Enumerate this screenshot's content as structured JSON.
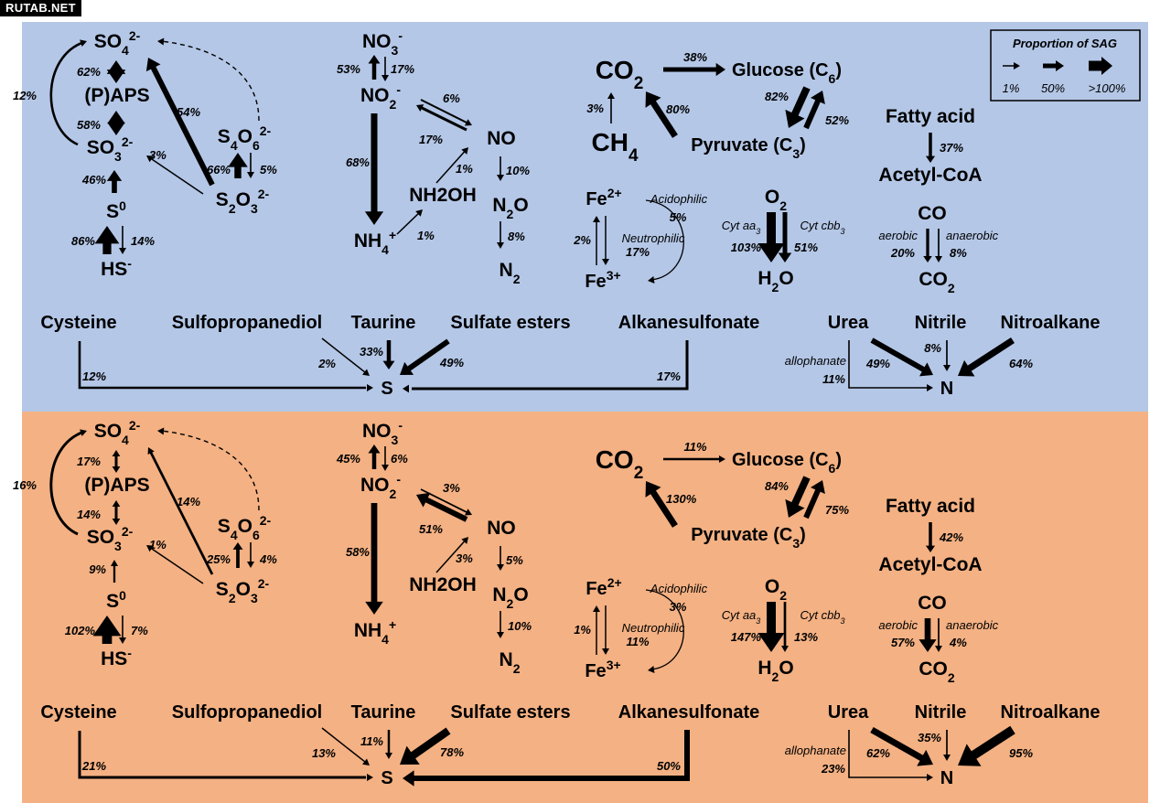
{
  "watermark": "RUTAB.NET",
  "legend": {
    "title": "Proportion of SAG",
    "items": [
      "1%",
      "50%",
      ">100%"
    ]
  },
  "common": {
    "so4": "SO4 2-",
    "paps": "(P)APS",
    "so3": "SO3 2-",
    "s0": "S0",
    "hs": "HS-",
    "s4o6": "S4O6 2-",
    "s2o3": "S2O3 2-",
    "no3": "NO3 -",
    "no2": "NO2 -",
    "nh4": "NH4 +",
    "nh2oh": "NH2OH",
    "no": "NO",
    "n2o": "N2O",
    "n2": "N2",
    "co2": "CO2",
    "glucose": "Glucose (C6)",
    "pyruvate": "Pyruvate (C3)",
    "ch4": "CH4",
    "fatty_acid": "Fatty acid",
    "acetyl_coa": "Acetyl-CoA",
    "fe2": "Fe 2+",
    "fe3": "Fe 3+",
    "acidophilic": "Acidophilic",
    "neutrophilic": "Neutrophilic",
    "o2": "O2",
    "h2o": "H2O",
    "cyt_aa3": "Cyt aa3",
    "cyt_cbb3": "Cyt cbb3",
    "co": "CO",
    "aerobic": "aerobic",
    "anaerobic": "anaerobic",
    "cysteine": "Cysteine",
    "sulfopropanediol": "Sulfopropanediol",
    "taurine": "Taurine",
    "sulfate_esters": "Sulfate esters",
    "alkanesulfonate": "Alkanesulfonate",
    "s": "S",
    "urea": "Urea",
    "nitrile": "Nitrile",
    "nitroalkane": "Nitroalkane",
    "n": "N",
    "allophanate": "allophanate"
  },
  "panels": [
    {
      "id": "top",
      "color": "#b4c7e7",
      "sulfur": {
        "so4_paps": "62%",
        "paps_so3": "58%",
        "so3_so4": "12%",
        "so3_s0": "46%",
        "s0_hs": "86%",
        "hs_s0": "14%",
        "s2o3_so4": "54%",
        "s2o3_so3": "3%",
        "s2o3_s4o6": "66%",
        "s4o6_s2o3": "5%"
      },
      "nitrogen": {
        "no3_no2": "53%",
        "no2_no3": "17%",
        "no2_nh4": "68%",
        "no2_no": "6%",
        "no_no2": "17%",
        "nh2oh_no": "1%",
        "nh4_nh2oh": "1%",
        "no_n2o": "10%",
        "n2o_n2": "8%"
      },
      "carbon": {
        "co2_glucose": "38%",
        "glucose_pyruvate": "82%",
        "pyruvate_glucose": "52%",
        "pyruvate_co2": "80%",
        "ch4_co2": "3%",
        "fatty_acetyl": "37%"
      },
      "iron": {
        "fe_left": "2%",
        "acidophilic": "5%",
        "neutrophilic": "17%"
      },
      "oxygen": {
        "aa3": "103%",
        "cbb3": "51%"
      },
      "co": {
        "aerobic": "20%",
        "anaerobic": "8%"
      },
      "s_sources": {
        "cysteine": "12%",
        "sulfopropanediol": "2%",
        "taurine": "33%",
        "sulfate_esters": "49%",
        "alkanesulfonate": "17%"
      },
      "n_sources": {
        "allophanate": "11%",
        "urea": "49%",
        "nitrile": "8%",
        "nitroalkane": "64%"
      }
    },
    {
      "id": "bottom",
      "color": "#f4b183",
      "sulfur": {
        "so4_paps": "17%",
        "paps_so3": "14%",
        "so3_so4": "16%",
        "so3_s0": "9%",
        "s0_hs": "102%",
        "hs_s0": "7%",
        "s2o3_so4": "14%",
        "s2o3_so3": "1%",
        "s2o3_s4o6": "25%",
        "s4o6_s2o3": "4%"
      },
      "nitrogen": {
        "no3_no2": "45%",
        "no2_no3": "6%",
        "no2_nh4": "58%",
        "no2_no": "3%",
        "no_no2": "51%",
        "nh2oh_no": "3%",
        "no_n2o": "5%",
        "n2o_n2": "10%"
      },
      "carbon": {
        "co2_glucose": "11%",
        "glucose_pyruvate": "84%",
        "pyruvate_glucose": "75%",
        "pyruvate_co2": "130%",
        "fatty_acetyl": "42%"
      },
      "iron": {
        "fe_left": "1%",
        "acidophilic": "3%",
        "neutrophilic": "11%"
      },
      "oxygen": {
        "aa3": "147%",
        "cbb3": "13%"
      },
      "co": {
        "aerobic": "57%",
        "anaerobic": "4%"
      },
      "s_sources": {
        "cysteine": "21%",
        "sulfopropanediol": "13%",
        "taurine": "11%",
        "sulfate_esters": "78%",
        "alkanesulfonate": "50%"
      },
      "n_sources": {
        "allophanate": "23%",
        "urea": "62%",
        "nitrile": "35%",
        "nitroalkane": "95%"
      }
    }
  ]
}
